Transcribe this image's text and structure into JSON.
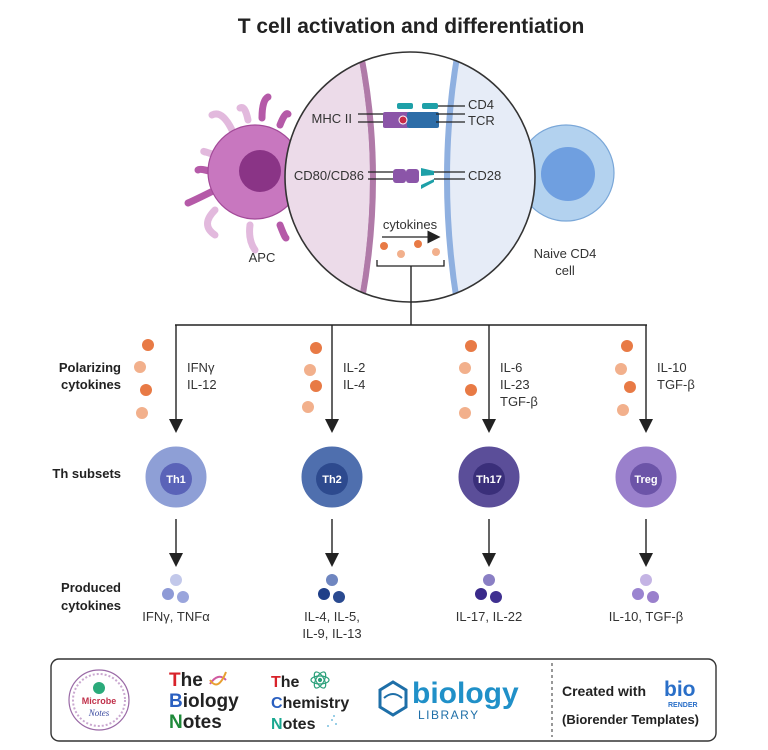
{
  "title": "T cell activation and differentiation",
  "top": {
    "apc_label": "APC",
    "naive_label_line1": "Naive CD4",
    "naive_label_line2": "cell",
    "receptors": {
      "mhc": "MHC II",
      "cd4": "CD4",
      "tcr": "TCR",
      "cd80": "CD80/CD86",
      "cd28": "CD28"
    },
    "cytokines_label": "cytokines"
  },
  "rows": {
    "polarizing_line1": "Polarizing",
    "polarizing_line2": "cytokines",
    "subsets": "Th subsets",
    "produced_line1": "Produced",
    "produced_line2": "cytokines"
  },
  "subsets": [
    {
      "name": "Th1",
      "polarizing": [
        "IFNγ",
        "IL-12"
      ],
      "produced": [
        "IFNγ, TNFα"
      ],
      "outer": "#8e9fd6",
      "inner": "#5a63b8",
      "dots": [
        "#c2c8ea",
        "#8e9ad6",
        "#9aa5dc"
      ]
    },
    {
      "name": "Th2",
      "polarizing": [
        "IL-2",
        "IL-4"
      ],
      "produced": [
        "IL-4, IL-5,",
        "IL-9, IL-13"
      ],
      "outer": "#4f6fae",
      "inner": "#2d4a8e",
      "dots": [
        "#6f86c0",
        "#1f3f88",
        "#2a4a90"
      ]
    },
    {
      "name": "Th17",
      "polarizing": [
        "IL-6",
        "IL-23",
        "TGF-β"
      ],
      "produced": [
        "IL-17, IL-22"
      ],
      "outer": "#5b4e99",
      "inner": "#3a2f7a",
      "dots": [
        "#8a7fc4",
        "#3a2a8a",
        "#3f3090"
      ]
    },
    {
      "name": "Treg",
      "polarizing": [
        "IL-10",
        "TGF-β"
      ],
      "produced": [
        "IL-10, TGF-β"
      ],
      "outer": "#9a80cc",
      "inner": "#6c54a8",
      "dots": [
        "#c4b4e4",
        "#9a84d0",
        "#9a80cc"
      ]
    }
  ],
  "footer": {
    "microbe_line1": "Microbe",
    "microbe_line2": "Notes",
    "bio_t": "T",
    "bio_he": "he",
    "bio_b": "B",
    "bio_iology": "iology",
    "bio_n": "N",
    "bio_otes": "otes",
    "chem_t": "T",
    "chem_he": "he",
    "chem_c": "C",
    "chem_hemistry": "hemistry",
    "chem_n": "N",
    "chem_otes": "otes",
    "library_word": "biology",
    "library_sub": "LIBRARY",
    "created_with": "Created with",
    "biorender_bio": "bio",
    "biorender_render": "RENDER",
    "templates": "(Biorender Templates)"
  },
  "colors": {
    "cytokine_dark": "#e87a45",
    "cytokine_light": "#f2b08c",
    "apc": "#c877bf",
    "tcell": "#a9cbeb"
  }
}
